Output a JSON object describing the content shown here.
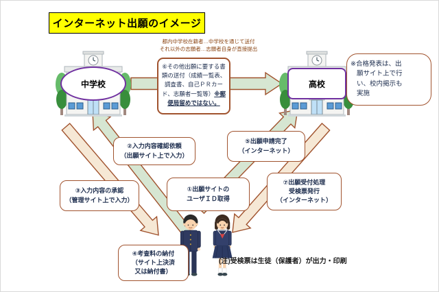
{
  "title": "インターネット出願のイメージ",
  "top_note": "都内中学校在籍者…中学校を通じて送付\nそれ以外の志願者…志願者自身が直接提出",
  "middle_school": {
    "label": "中学校"
  },
  "high_school": {
    "label": "高校"
  },
  "steps": {
    "step1": "①出願サイトの\nユーザＩＤ取得",
    "step2": "②入力内容確認依頼\n（出願サイト上で入力）",
    "step3": "③入力内容の承認\n（管理サイト上で入力）",
    "step4": "④考査料の納付\n（サイト上決済\n又は納付書）",
    "step5": "⑤出願申請完了\n（インターネット）",
    "step6_main": "⑥その他出願に要する書類の送付（成績一覧表、調査書、自己ＰＲカード、志願者一覧等）",
    "step6_note": "※郵便局留めではない。",
    "step7": "⑦出願受付処理\n受検票発行\n（インターネット）"
  },
  "pass_announcement_note": "※合格発表は、出\n願サイト上で行\nい、校内掲示も\n実施",
  "bottom_note": "(注)受検票は生徒（保護者）が出力・印刷",
  "icons": {
    "middle_school_building": "school-building-with-clock-and-trees",
    "high_school_building": "school-building-with-clock-and-trees",
    "students": "boy-and-girl-in-school-uniforms"
  },
  "colors": {
    "title_bg": "#ffff00",
    "box_border": "#a0522d",
    "label_border": "#7030a0",
    "arrow_green": "#d6e6d2",
    "arrow_beige": "#f6e8d5",
    "step_text": "#203050",
    "note_text": "#8b4513"
  }
}
